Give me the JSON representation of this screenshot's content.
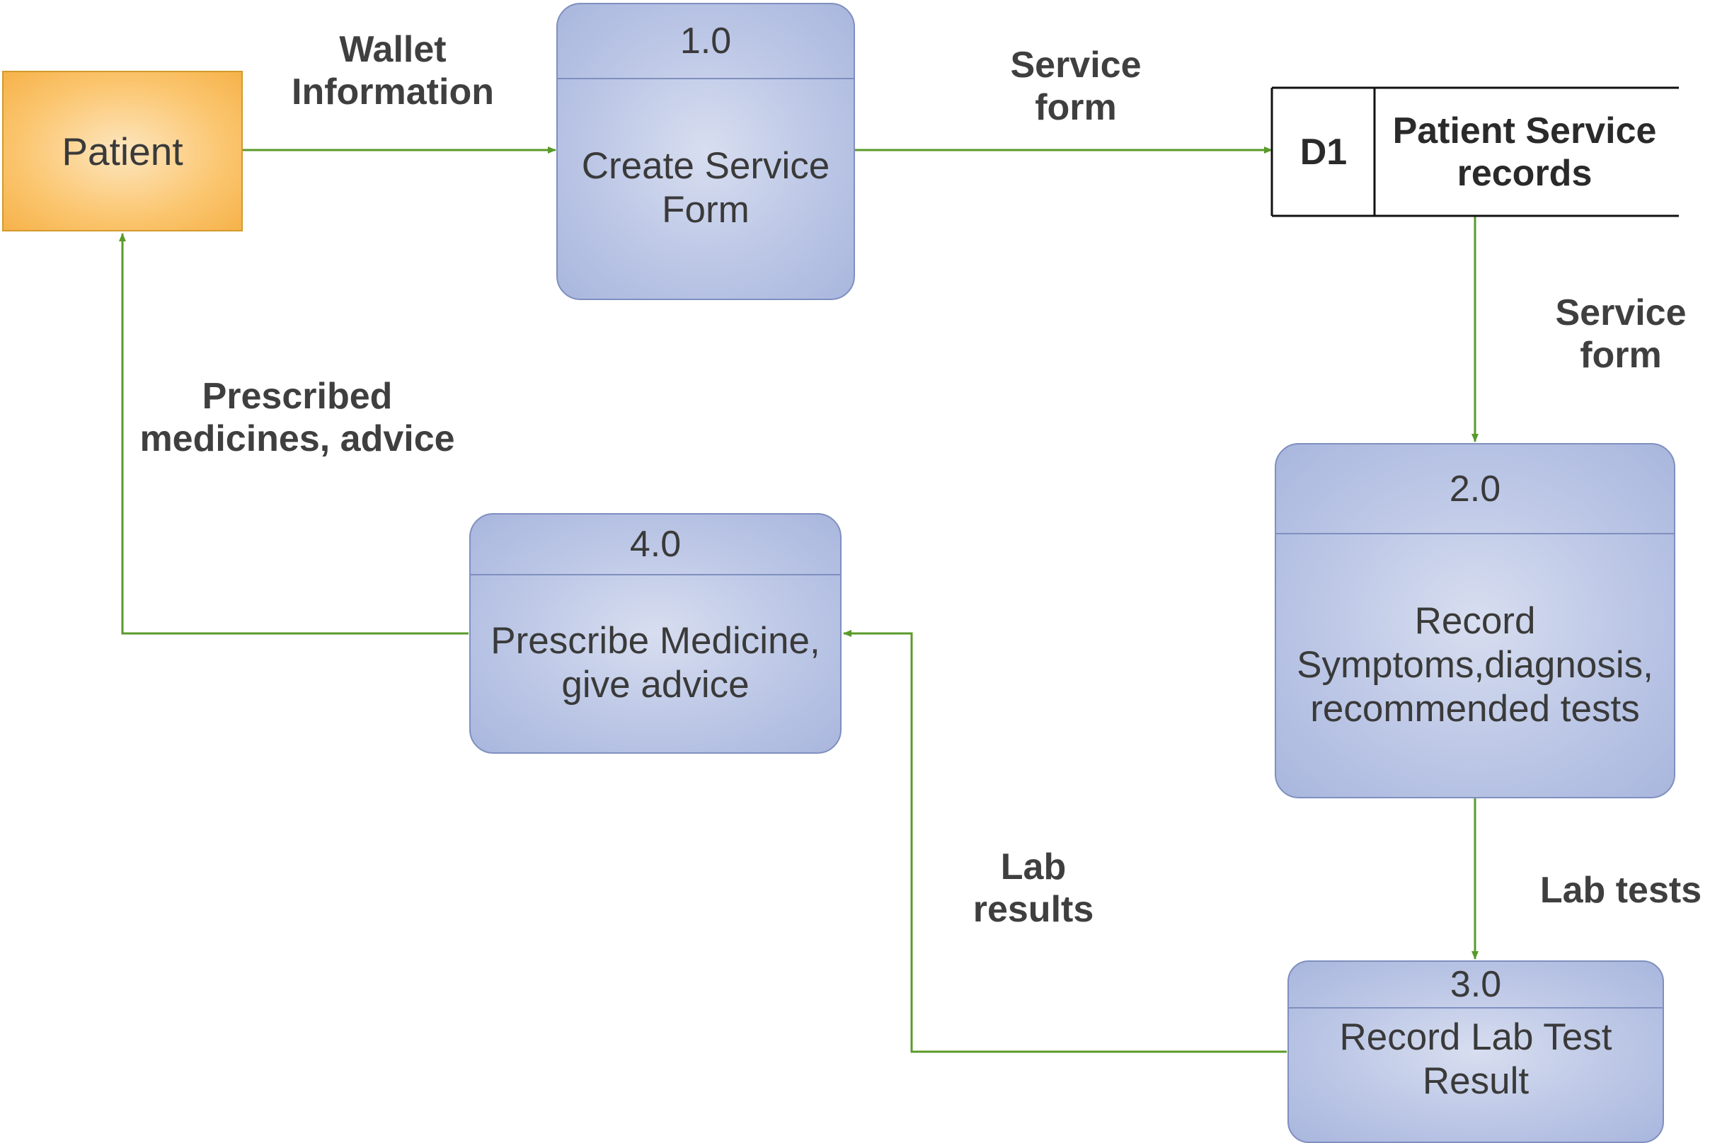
{
  "external_entity": {
    "label": "Patient"
  },
  "processes": [
    {
      "id": "1.0",
      "name_lines": [
        "Create Service",
        "Form"
      ]
    },
    {
      "id": "2.0",
      "name_lines": [
        "Record",
        "Symptoms,diagnosis,",
        "recommended tests"
      ]
    },
    {
      "id": "3.0",
      "name_lines": [
        "Record Lab Test",
        "Result"
      ]
    },
    {
      "id": "4.0",
      "name_lines": [
        "Prescribe Medicine,",
        "give advice"
      ]
    }
  ],
  "data_store": {
    "id": "D1",
    "name_lines": [
      "Patient Service",
      "records"
    ]
  },
  "flows": [
    {
      "label_lines": [
        "Wallet",
        "Information"
      ]
    },
    {
      "label_lines": [
        "Service",
        "form"
      ]
    },
    {
      "label_lines": [
        "Service",
        "form"
      ]
    },
    {
      "label_lines": [
        "Lab tests"
      ]
    },
    {
      "label_lines": [
        "Lab",
        "results"
      ]
    },
    {
      "label_lines": [
        "Prescribed",
        "medicines, advice"
      ]
    }
  ],
  "colors": {
    "flow_line": "#5a9a2a",
    "process_border": "#7f8fbf",
    "entity_border": "#d39a2c"
  }
}
